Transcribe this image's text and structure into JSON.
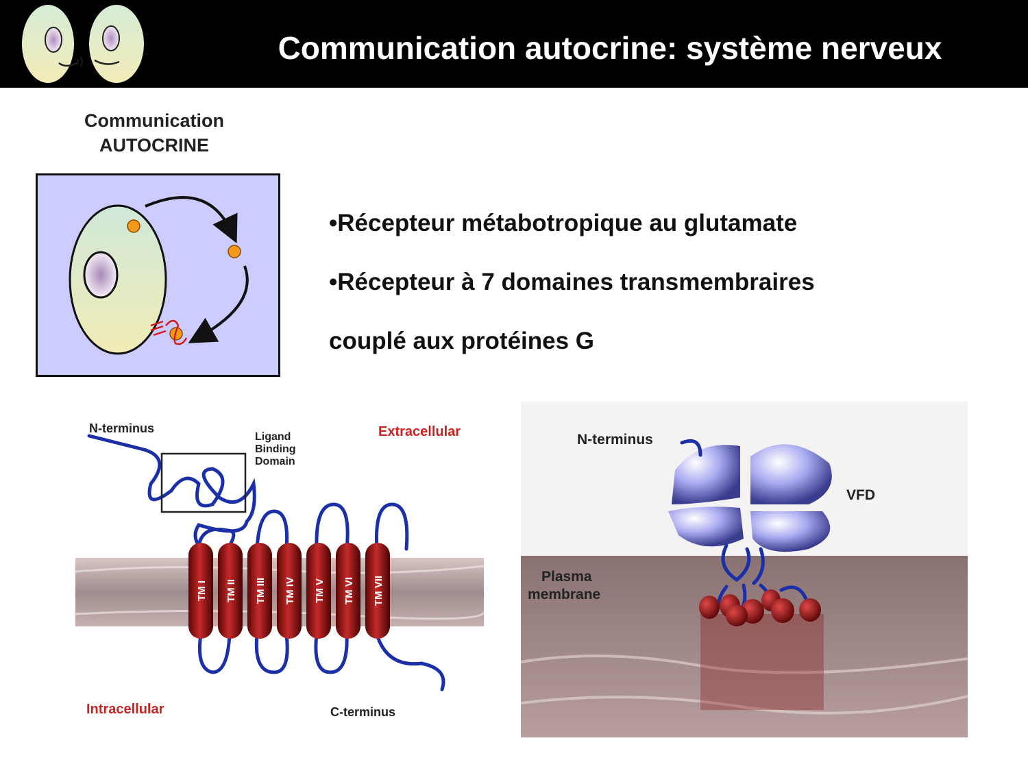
{
  "header": {
    "title": "Communication autocrine: système nerveux"
  },
  "autocrine_panel": {
    "caption_line1": "Communication",
    "caption_line2": "AUTOCRINE"
  },
  "bullets": [
    "•Récepteur métabotropique au glutamate",
    "•Récepteur à 7 domaines transmembraires",
    "couplé aux protéines G"
  ],
  "left_figure": {
    "n_terminus": "N-terminus",
    "ligand_line1": "Ligand",
    "ligand_line2": "Binding",
    "ligand_line3": "Domain",
    "extracellular": "Extracellular",
    "intracellular": "Intracellular",
    "c_terminus": "C-terminus",
    "helices": [
      "TM I",
      "TM II",
      "TM III",
      "TM IV",
      "TM V",
      "TM VI",
      "TM VII"
    ]
  },
  "right_figure": {
    "n_terminus": "N-terminus",
    "vfd": "VFD",
    "plasma_line1": "Plasma",
    "plasma_line2": "membrane"
  },
  "colors": {
    "header_bg": "#000000",
    "label_red": "#cc2222",
    "helix_red": "#9a0f0f",
    "loop_blue": "#1a2fa8",
    "panel_lavender": "#ccccff"
  }
}
